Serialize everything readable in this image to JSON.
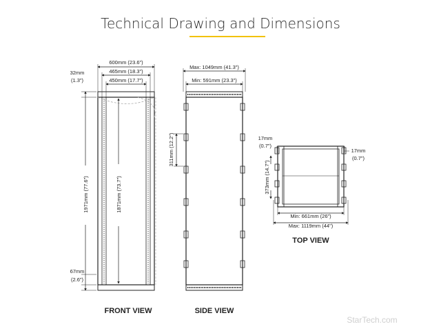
{
  "title": "Technical Drawing and Dimensions",
  "colors": {
    "accent": "#f2c200",
    "line": "#222222",
    "watermark": "#cfcfcf"
  },
  "front": {
    "label": "FRONT VIEW",
    "width_outer": "600mm (23.6\")",
    "width_mid": "465mm (18.3\")",
    "width_inner": "450mm (17.7\")",
    "top_offset_a": "32mm",
    "top_offset_b": "(1.3\")",
    "height_total": "1971mm (77.6\")",
    "height_inner": "1871mm (73.7\")",
    "bottom_offset_a": "67mm",
    "bottom_offset_b": "(2.6\")"
  },
  "side": {
    "label": "SIDE VIEW",
    "max_depth": "Max: 1049mm (41.3\")",
    "min_depth": "Min: 591mm (23.3\")",
    "spacing": "311mm (12.2\")"
  },
  "top": {
    "label": "TOP VIEW",
    "left_offset_a": "17mm",
    "left_offset_b": "(0.7\")",
    "right_offset_a": "17mm",
    "right_offset_b": "(0.7\")",
    "height": "373mm (14.7\")",
    "min_width": "Min: 661mm (26\")",
    "max_width": "Max: 1119mm (44\")"
  },
  "watermark": "StarTech.com"
}
